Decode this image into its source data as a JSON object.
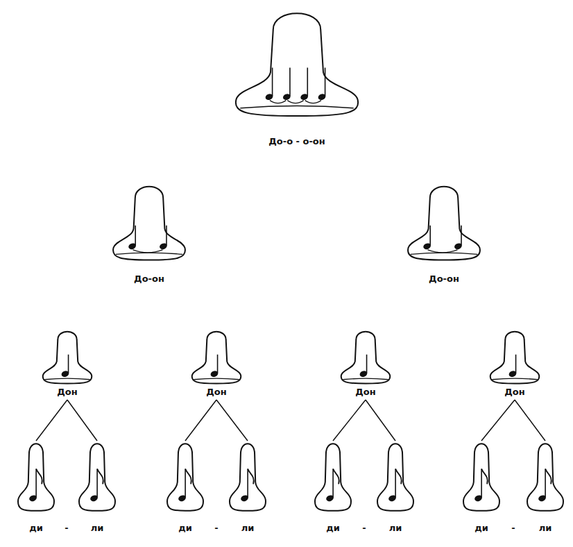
{
  "diagram": {
    "nodes": [
      {
        "text": [
          "До-о - о-он"
        ]
      },
      {
        "text": [
          "До-он"
        ]
      },
      {
        "text": [
          "До-он"
        ]
      },
      {
        "text": [
          "Дон"
        ]
      },
      {
        "text": [
          "Дон"
        ]
      },
      {
        "text": [
          "Дон"
        ]
      },
      {
        "text": [
          "Дон"
        ]
      },
      {
        "text": [
          "ди"
        ]
      },
      {
        "text": [
          "ли"
        ]
      },
      {
        "text": [
          "ди"
        ]
      },
      {
        "text": [
          "ли"
        ]
      },
      {
        "text": [
          "ди"
        ]
      },
      {
        "text": [
          "ли"
        ]
      },
      {
        "text": [
          "ди"
        ]
      },
      {
        "text": [
          "ли"
        ]
      }
    ],
    "edges": [
      {
        "from": 3,
        "to": 7,
        "arrow": "none"
      },
      {
        "from": 3,
        "to": 8,
        "arrow": "none"
      },
      {
        "from": 4,
        "to": 9,
        "arrow": "none"
      },
      {
        "from": 4,
        "to": 10,
        "arrow": "none"
      },
      {
        "from": 5,
        "to": 11,
        "arrow": "none"
      },
      {
        "from": 5,
        "to": 12,
        "arrow": "none"
      },
      {
        "from": 6,
        "to": 13,
        "arrow": "none"
      },
      {
        "from": 6,
        "to": 14,
        "arrow": "none"
      }
    ],
    "labels": [
      "-",
      "-",
      "-",
      "-"
    ]
  }
}
